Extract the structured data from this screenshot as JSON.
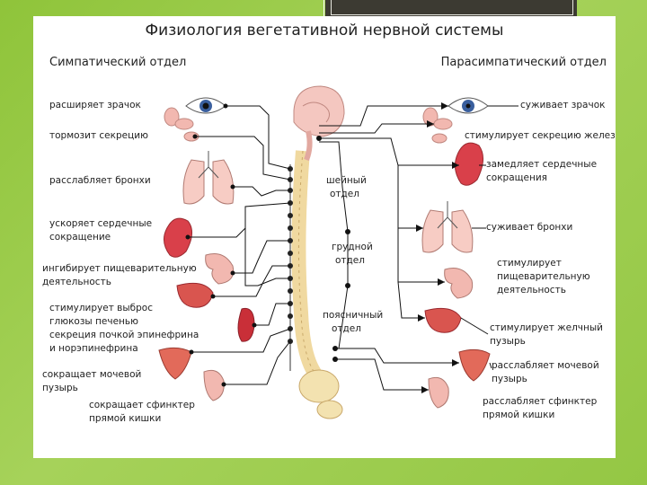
{
  "title": "Физиология вегетативной нервной системы",
  "left_section": "Симпатический отдел",
  "right_section": "Парасимпатический отдел",
  "left_labels": [
    "расширяет зрачок",
    "тормозит секрецию",
    "расслабляет бронхи",
    "ускоряет сердечные",
    "сокращение",
    "ингибирует пищеварительную",
    "деятельность",
    "стимулирует выброс",
    "глюкозы печенью",
    "секреция почкой эпинефрина",
    "и норэпинефрина",
    "сокращает мочевой",
    "пузырь",
    "сокращает сфинктер",
    "прямой кишки"
  ],
  "right_labels": [
    "суживает зрачок",
    "стимулирует секрецию желез",
    "замедляет сердечные",
    "сокращения",
    "суживает бронхи",
    "стимулирует",
    "пищеварительную",
    "деятельность",
    "стимулирует желчный",
    "пузырь",
    "расслабляет мочевой",
    "пузырь",
    "расслабляет сфинктер",
    "прямой кишки"
  ],
  "spine_labels": {
    "cervical_1": "шейный",
    "cervical_2": "отдел",
    "thoracic_1": "грудной",
    "thoracic_2": "отдел",
    "lumbar_1": "поясничный",
    "lumbar_2": "отдел"
  },
  "colors": {
    "organ_red": "#d9404a",
    "organ_pink": "#f2b8b0",
    "brain": "#f4c7c0",
    "spine": "#f3e2b0",
    "line": "#111111",
    "iris": "#3a5f9e"
  }
}
